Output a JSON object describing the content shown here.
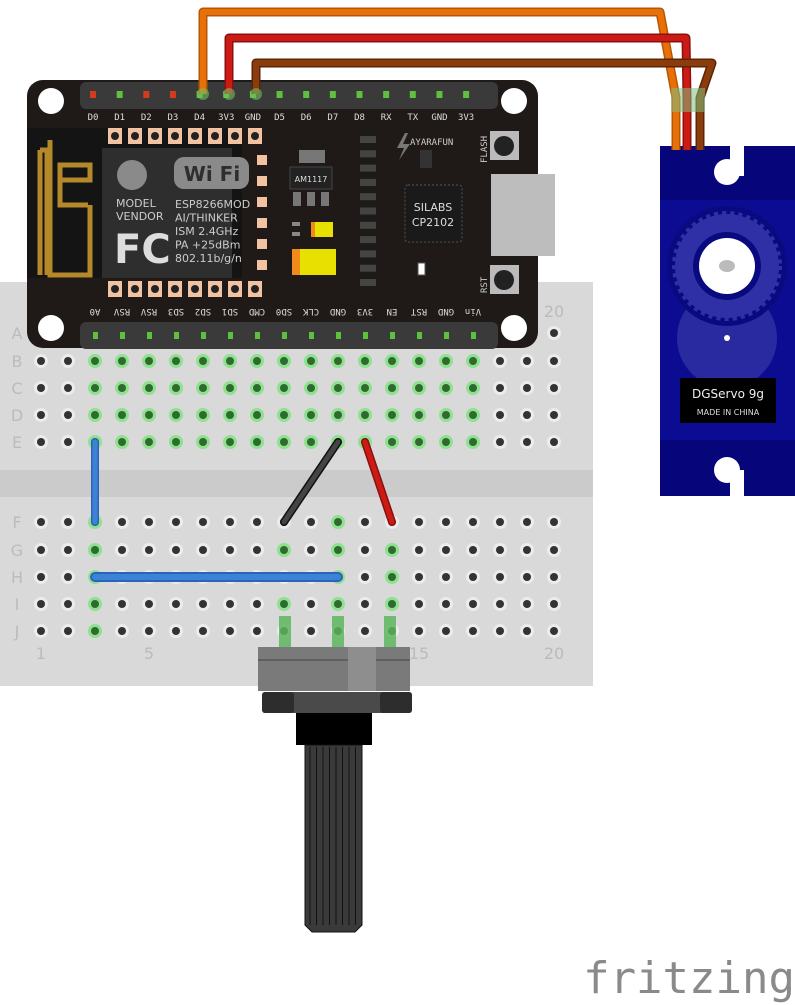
{
  "breadboard": {
    "row_labels_top": [
      "A",
      "B",
      "C",
      "D",
      "E"
    ],
    "row_labels_bottom": [
      "F",
      "G",
      "H",
      "I",
      "J"
    ],
    "column_labels_top": [
      {
        "col": 20,
        "text": "20"
      }
    ],
    "column_labels_bottom": [
      {
        "col": 1,
        "text": "1"
      },
      {
        "col": 5,
        "text": "5"
      },
      {
        "col": 15,
        "text": "15"
      },
      {
        "col": 20,
        "text": "20"
      }
    ],
    "columns": 20
  },
  "nodemcu": {
    "top_pins": [
      "D0",
      "D1",
      "D2",
      "D3",
      "D4",
      "3V3",
      "GND",
      "D5",
      "D6",
      "D7",
      "D8",
      "RX",
      "TX",
      "GND",
      "3V3"
    ],
    "top_pin_led_colors": [
      "#d33a1e",
      "#5fbf3f",
      "#d33a1e",
      "#d33a1e",
      "#5fbf3f",
      "#5fbf3f",
      "#5fbf3f",
      "#5fbf3f",
      "#5fbf3f",
      "#5fbf3f",
      "#5fbf3f",
      "#5fbf3f",
      "#5fbf3f",
      "#5fbf3f",
      "#5fbf3f"
    ],
    "bottom_pins": [
      "A0",
      "RSV",
      "RSV",
      "SD3",
      "SD2",
      "SD1",
      "CMD",
      "SD0",
      "CLK",
      "GND",
      "3V3",
      "EN",
      "RST",
      "GND",
      "Vin"
    ],
    "module": {
      "wifi": "Wi Fi",
      "vendor_lines": [
        "MODEL",
        "VENDOR"
      ],
      "fcc": "FC",
      "spec_lines": [
        "ESP8266MOD",
        "AI/THINKER",
        "ISM 2.4GHz",
        "PA +25dBm",
        "802.11b/g/n"
      ]
    },
    "regulator": "AM1117",
    "brand": "AYARAFUN",
    "usb_chip_lines": [
      "SILABS",
      "CP2102"
    ],
    "flash_label": "FLASH",
    "rst_label": "RST"
  },
  "servo": {
    "name": "DGServo 9g",
    "origin": "MADE IN CHINA",
    "color": "#0b0b86"
  },
  "wires": {
    "signal": "#e8700a",
    "power": "#cc1b14",
    "ground": "#8a3c0c",
    "jumper_blue": "#3c83d6",
    "jumper_black": "#333333",
    "jumper_red": "#cc1b14"
  },
  "logo": "fritzing"
}
